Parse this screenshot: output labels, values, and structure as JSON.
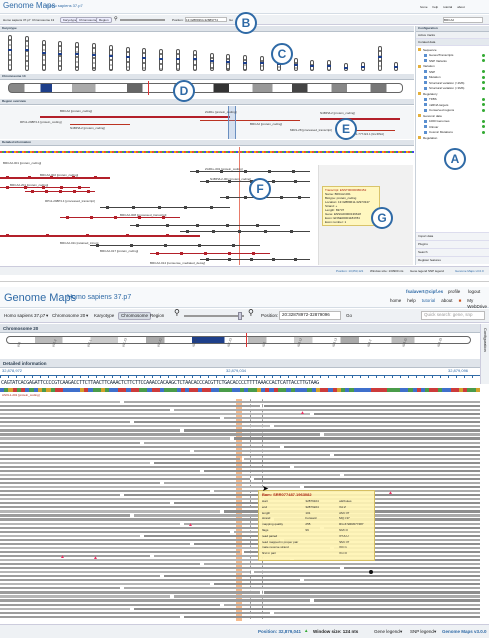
{
  "top": {
    "app_title": "Genome Maps",
    "species": "Homo sapiens 37.p7",
    "species_select": "Homo sapiens 37.p7",
    "chrom_select": "Chromosome 13",
    "view_buttons": [
      "Karyotype",
      "Chromosome",
      "Region"
    ],
    "position_label": "Position:",
    "position_value": "13:32889364-32889774",
    "go_label": "Go",
    "search_placeholder": "BRCA2",
    "nav_links": [
      "home",
      "help",
      "tutorial",
      "about"
    ],
    "karyotype_title": "Karyotype",
    "chromosome_title": "Chromosome 13",
    "region_title": "Region overview",
    "detailed_title": "Detailed information",
    "config_title": "Configuration",
    "active_tracks_label": "Active tracks",
    "curated_data_label": "Curated data",
    "tree_items": [
      "Sequence",
      "Genes/Transcripts",
      "SNP Variants",
      "Variation",
      "SNP",
      "Mutation",
      "Structural variation (>1Mb)",
      "Structural variation (<1Mb)",
      "Regulatory",
      "TFBS",
      "miRNA targets",
      "Conserved regions",
      "Genomic data",
      "1000 Genomes",
      "Clinvar",
      "Cosmic Mutations",
      "Regulation"
    ],
    "side_sections": [
      "Import data",
      "Plugins",
      "Search",
      "Register features"
    ],
    "status_position": "Position: 13,053,121",
    "status_window": "Window size: 133900 nts",
    "status_legends": [
      "Gene legend",
      "SNP legend"
    ],
    "status_version": "Genome Maps v3.0.0",
    "region_labels": [
      "BRCA2 [protein_coding]",
      "N4BP2L2 [protein_coding]",
      "RP11-298P3.4 [protein_coding]",
      "ZAR1L [protein_coding]",
      "BRCA2 [protein_coding]",
      "MIR1-28 [processed_transcript]",
      "N4BP2L2 [protein_coding]",
      "RP11-777J24.1 [lincRNA]"
    ],
    "detail_labels": [
      "BRCA2-001 [protein_coding]",
      "BRCA2-002 [protein_coding]",
      "BRCA2-201 [protein_coding]",
      "ZAR1L-001 [protein_coding]",
      "N4BP2L2-001 [protein_coding]",
      "RP11-298P3.4 [processed_transcript]",
      "BRCA2-008 [processed_transcript]",
      "BRCA2-011 [retained_intron]",
      "BRCA2-017 [protein_coding]",
      "BRCA2-014 [nonsense_mediated_decay]"
    ],
    "tooltip_lines": [
      "Transcript: ENST00000380152",
      "Name: BRCA2-001",
      "Biotype: protein_coding",
      "Location: 13:32889611-32973347",
      "Strand: +",
      "Length: 83737",
      "Gene: ENSG00000139618",
      "Exon: ENSE00001184784",
      "Exon number: 1"
    ],
    "markers": [
      "A",
      "B",
      "C",
      "D",
      "E",
      "F",
      "G"
    ]
  },
  "bottom": {
    "app_title": "Genome Maps",
    "species": "Homo sapiens 37.p7",
    "user_links": [
      "fsalavert@cipf.es",
      "profile",
      "logout"
    ],
    "nav_links": [
      "home",
      "help",
      "tutorial",
      "about"
    ],
    "webdrive": "My WebDrive",
    "species_select": "Homo sapiens 37.p7",
    "chrom_select": "Chromosome 20",
    "view_buttons": [
      "Karyotype",
      "Chromosome",
      "Region"
    ],
    "position_label": "Position:",
    "position_value": "20:32878972-32879096",
    "go_label": "Go",
    "search_placeholder": "Quick search: gene, snp",
    "chromosome_title": "Chromosome 20",
    "config_tab": "Configuration",
    "detailed_title": "Detailed information",
    "ruler_left": "32,878,972",
    "ruler_center": "32,879,034",
    "ruler_right": "32,879,096",
    "sequence": "CAGTATCACGAGATTCCCCGTCAAGACCTTCTTAACTTCAAACTCTTCTTCCAAACCACAAGCTCTAACACCCACGTTCTGACACCCCTTTTAAACCACTCATTACCTTGTAAG",
    "gene_track_label": "ASXL1-201 [protein_coding]",
    "band_labels": [
      "p13",
      "p12.3",
      "p12.1",
      "p11.23",
      "p11.21",
      "q11.21",
      "q11.23",
      "q12",
      "q13.12",
      "q13.13",
      "q13.2",
      "q13.31",
      "q13.33"
    ],
    "read_tooltip": {
      "title": "Bam: SRR077487.1963082",
      "rows": [
        [
          "start",
          "32879104",
          "attributes"
        ],
        [
          "end",
          "32879224",
          "XA:Z"
        ],
        [
          "length",
          "101",
          "AM:i:37"
        ],
        [
          "strand",
          "Forward",
          "MQ:i:37"
        ],
        [
          "mapping quality",
          "255",
          "RG:Z:SRR077487"
        ],
        [
          "flags",
          "99",
          "NM:i:0"
        ],
        [
          "read paired",
          "",
          "XT:A:U"
        ],
        [
          "read mapped in proper pair",
          "",
          "SM:i:37"
        ],
        [
          "mate reverse strand",
          "",
          "X0:i:1"
        ],
        [
          "first in pair",
          "",
          "X1:i:0"
        ]
      ]
    },
    "status_position": "Position: 32,879,041",
    "status_window": "Window size: 124 nts",
    "status_legends": [
      "Gene legend",
      "SNP legend"
    ],
    "status_version": "Genome Maps v3.0.0"
  },
  "colors": {
    "header_bg": "#3d78b8",
    "accent_blue": "#2f6aa6",
    "gene_red": "#b3202a",
    "tooltip_bg": "#fff7c0",
    "highlight_orange": "#f2a46a",
    "centromere": "#1e3f8a"
  }
}
